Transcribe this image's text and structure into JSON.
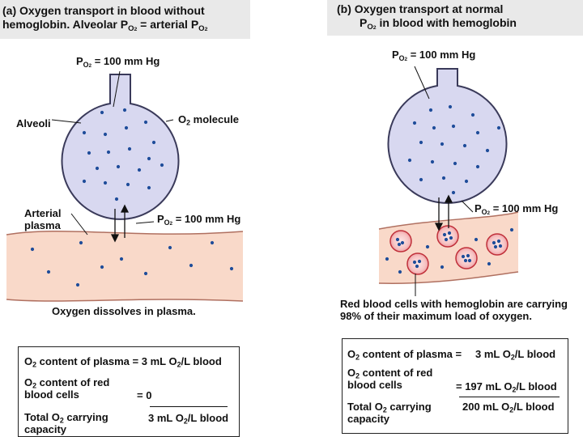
{
  "panel_a": {
    "title_line1": "Oxygen transport in blood without",
    "title_tag": "(a)",
    "title_line2_pre": "hemoglobin. Alveolar P",
    "title_line2_mid": " = arterial P",
    "po2_top": "= 100 mm Hg",
    "po2_right": "= 100 mm Hg",
    "alveoli_label": "Alveoli",
    "o2_molecule_label": "molecule",
    "arterial_plasma_line1": "Arterial",
    "arterial_plasma_line2": "plasma",
    "caption": "Oxygen dissolves in plasma.",
    "table": {
      "row1_label_pre": "content of plasma = 3 mL O",
      "row1_label_post": "/L blood",
      "row2_label_line1": "content of red",
      "row2_label_line2": "blood cells",
      "row2_value": "= 0",
      "row3_label_line1_pre": "Total O",
      "row3_label_line1_post": " carrying",
      "row3_label_line2": "capacity",
      "row3_value_pre": "3 mL O",
      "row3_value_post": "/L blood"
    }
  },
  "panel_b": {
    "title_tag": "(b)",
    "title_line1": "Oxygen transport at normal",
    "title_line2_post": " in blood with hemoglobin",
    "po2_top": "= 100 mm Hg",
    "po2_right": "= 100 mm Hg",
    "caption_line1": "Red blood cells with hemoglobin are carrying",
    "caption_line2": "98% of their maximum load of oxygen.",
    "table": {
      "row1_label": "content of plasma =",
      "row1_value_pre": "3 mL O",
      "row1_value_post": "/L blood",
      "row2_label_line1": "content of red",
      "row2_label_line2": "blood cells",
      "row2_value_pre": "= 197 mL O",
      "row2_value_post": "/L blood",
      "row3_label_line1_pre": "Total O",
      "row3_label_line1_post": " carrying",
      "row3_label_line2": "capacity",
      "row3_value_pre": "200 mL O",
      "row3_value_post": "/L blood"
    }
  },
  "symbols": {
    "p": "P",
    "o2_sub": "O",
    "o2_sub_digit": "2",
    "o2": "O"
  },
  "colors": {
    "alveolus_fill": "#d8d8f0",
    "alveolus_stroke": "#3a3a5a",
    "plasma_fill": "#f9d9c9",
    "plasma_stroke": "#b07060",
    "oxygen_dot": "#1f4d9a",
    "rbc_fill": "#f4b5b5",
    "rbc_stroke": "#c0303a",
    "title_bg": "#e9e9e9"
  }
}
